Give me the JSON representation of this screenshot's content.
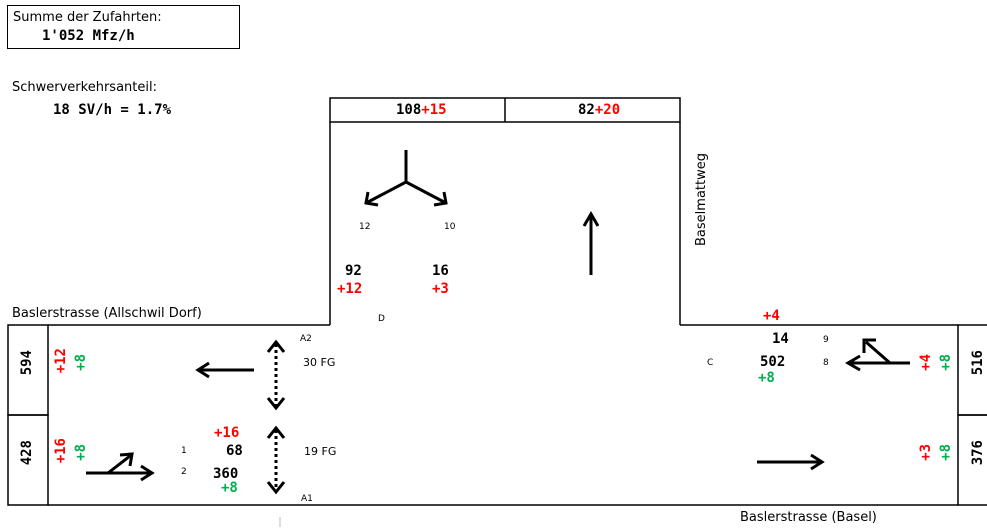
{
  "summary": {
    "label": "Summe der Zufahrten:",
    "value": "1'052  Mfz/h",
    "heavy_label": "Schwerverkehrsanteil:",
    "heavy_value": "18  SV/h =   1.7%"
  },
  "top_box": {
    "left_value": "108",
    "left_add": "+15",
    "right_value": "82",
    "right_add": "+20"
  },
  "streets": {
    "west": "Baslerstrasse (Allschwil Dorf)",
    "east": "Baslerstrasse (Basel)",
    "north": "Baselmattweg"
  },
  "node_labels": {
    "d": "D",
    "c": "C",
    "a1": "A1",
    "a2": "A2"
  },
  "north_approach": {
    "stream_left_id": "12",
    "stream_right_id": "10",
    "left_value": "92",
    "left_add": "+12",
    "right_value": "16",
    "right_add": "+3"
  },
  "west_side": {
    "upper_total": "594",
    "upper_red": "+12",
    "upper_green": "+8",
    "lower_total": "428",
    "lower_red": "+16",
    "lower_green": "+8"
  },
  "east_side": {
    "upper_total": "516",
    "upper_red": "+4",
    "upper_green": "+8",
    "lower_total": "376",
    "lower_red": "+3",
    "lower_green": "+8"
  },
  "approach_a": {
    "top_add": "+16",
    "stream1_id": "1",
    "stream1_value": "68",
    "stream2_id": "2",
    "stream2_value": "360",
    "stream2_green": "+8",
    "fg_upper": "30 FG",
    "fg_lower": "19 FG"
  },
  "approach_c": {
    "top_add": "+4",
    "stream9_id": "9",
    "stream9_value": "14",
    "stream8_id": "8",
    "stream8_value": "502",
    "stream8_green": "+8"
  },
  "colors": {
    "red": "#ff0000",
    "green": "#00b050",
    "line": "#000000"
  }
}
